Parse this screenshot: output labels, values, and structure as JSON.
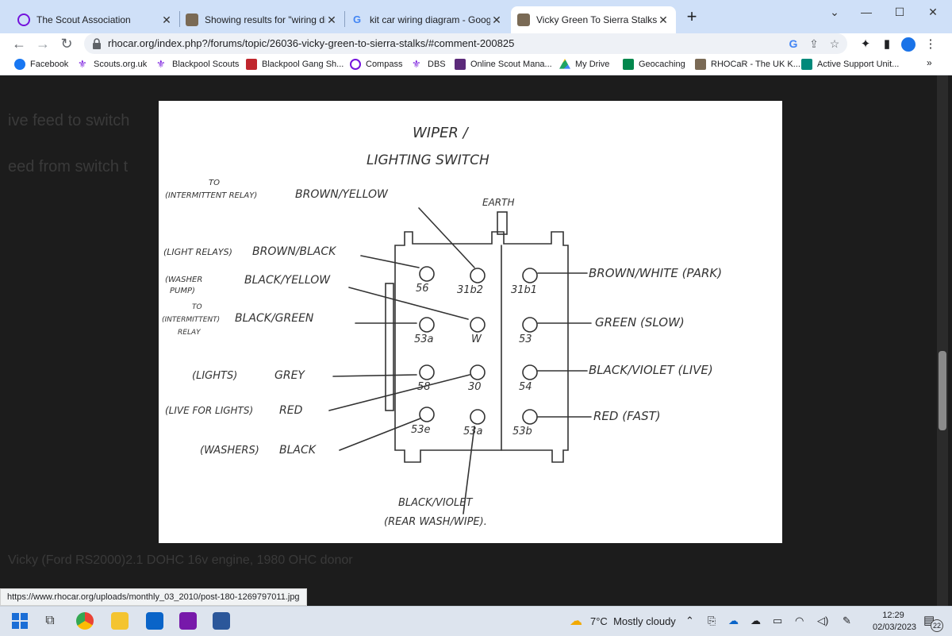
{
  "tabs": [
    {
      "title": "The Scout Association",
      "active": false
    },
    {
      "title": "Showing results for \"wiring diag",
      "active": false
    },
    {
      "title": "kit car wiring diagram - Google S",
      "active": false
    },
    {
      "title": "Vicky Green To Sierra Stalks - Ele",
      "active": true
    }
  ],
  "tab_close": "✕",
  "new_tab": "+",
  "window_controls": {
    "minimize": "⌄",
    "restore": "—",
    "maximize": "☐",
    "close": "✕"
  },
  "address": {
    "url": "rhocar.org/index.php?/forums/topic/26036-vicky-green-to-sierra-stalks/#comment-200825"
  },
  "bookmarks": [
    {
      "label": "Facebook",
      "icon": "facebook-icon",
      "color": "#1877f2"
    },
    {
      "label": "Scouts.org.uk",
      "icon": "scouts-fleur-icon",
      "color": "#7413dc"
    },
    {
      "label": "Blackpool Scouts",
      "icon": "scouts-fleur-icon",
      "color": "#7413dc"
    },
    {
      "label": "Blackpool Gang Sh...",
      "icon": "gang-show-icon",
      "color": "#c0262d"
    },
    {
      "label": "Compass",
      "icon": "compass-icon",
      "color": "#7413dc"
    },
    {
      "label": "DBS",
      "icon": "scouts-fleur-icon",
      "color": "#7413dc"
    },
    {
      "label": "Online Scout Mana...",
      "icon": "osm-icon",
      "color": "#5c2a7a"
    },
    {
      "label": "My Drive",
      "icon": "drive-icon",
      "color": "#1fa463"
    },
    {
      "label": "Geocaching",
      "icon": "geocaching-icon",
      "color": "#02874d"
    },
    {
      "label": "RHOCaR - The UK K...",
      "icon": "rhocar-icon",
      "color": "#555555"
    },
    {
      "label": "Active Support Unit...",
      "icon": "asu-icon",
      "color": "#00897b"
    }
  ],
  "bookmarks_more": "»",
  "page_ghost_text": {
    "line1": "ive feed to switch",
    "line2": "eed from switch t",
    "line3": "Vicky (Ford RS2000)2.1 DOHC 16v engine, 1980 OHC donor"
  },
  "diagram": {
    "title_line1": "WIPER /",
    "title_line2": "LIGHTING SWITCH",
    "earth_label": "EARTH",
    "left_labels": {
      "to_note": "TO",
      "intermittent_relay": "(INTERMITTENT RELAY)",
      "brown_yellow": "BROWN/YELLOW",
      "light_relays": "(LIGHT RELAYS)",
      "brown_black": "BROWN/BLACK",
      "washer": "(WASHER",
      "pump": "PUMP)",
      "black_yellow": "BLACK/YELLOW",
      "to_note2": "TO",
      "intermittent2": "(INTERMITTENT)",
      "relay2": "RELAY",
      "black_green": "BLACK/GREEN",
      "lights": "(LIGHTS)",
      "grey": "GREY",
      "live_for_lights": "(LIVE FOR LIGHTS)",
      "red": "RED",
      "washers": "(WASHERS)",
      "black": "BLACK"
    },
    "right_labels": {
      "brown_white_park": "BROWN/WHITE (PARK)",
      "green_slow": "GREEN (SLOW)",
      "black_violet_live": "BLACK/VIOLET (LIVE)",
      "red_fast": "RED (FAST)"
    },
    "bottom_labels": {
      "black_violet": "BLACK/VIOLET",
      "rear_wash_wipe": "(REAR WASH/WIPE)."
    },
    "terminals": [
      "56",
      "31b2",
      "31b1",
      "53a",
      "W",
      "53",
      "58",
      "30",
      "54",
      "53e",
      "53a",
      "53b"
    ]
  },
  "status_bar_url": "https://www.rhocar.org/uploads/monthly_03_2010/post-180-1269797011.jpg",
  "taskbar": {
    "weather_temp": "7°C",
    "weather_desc": "Mostly cloudy",
    "time": "12:29",
    "date": "02/03/2023",
    "notifications": "22"
  }
}
